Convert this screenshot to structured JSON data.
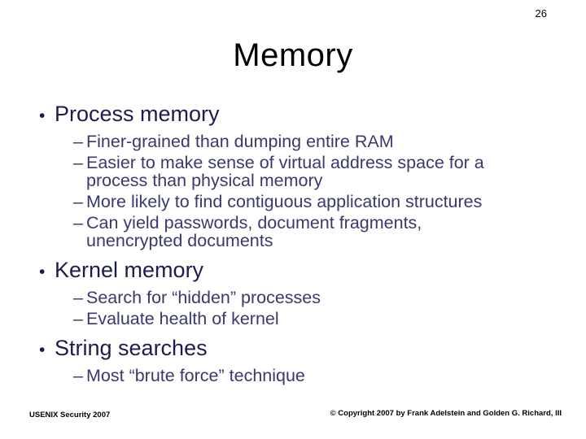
{
  "slide": {
    "page_number": "26",
    "title": "Memory",
    "glyphs": {
      "bullet_l1": "•",
      "bullet_l2": "–"
    },
    "bullets": [
      {
        "label": "Process memory",
        "sub": [
          [
            "Finer-grained than dumping entire RAM"
          ],
          [
            "Easier to make sense of virtual address space for a",
            "process than physical memory"
          ],
          [
            "More likely to find contiguous application structures"
          ],
          [
            "Can yield passwords, document fragments,",
            "unencrypted documents"
          ]
        ]
      },
      {
        "label": "Kernel memory",
        "sub": [
          [
            "Search for “hidden” processes"
          ],
          [
            "Evaluate health of kernel"
          ]
        ]
      },
      {
        "label": "String searches",
        "sub": [
          [
            "Most “brute force” technique"
          ]
        ]
      }
    ],
    "footer_left": "USENIX Security 2007",
    "footer_right": "© Copyright 2007 by Frank Adelstein and Golden G. Richard, III",
    "colors": {
      "background": "#ffffff",
      "title": "#000000",
      "level1": "#1c1c4e",
      "level2": "#39396e",
      "footer": "#000000"
    }
  }
}
